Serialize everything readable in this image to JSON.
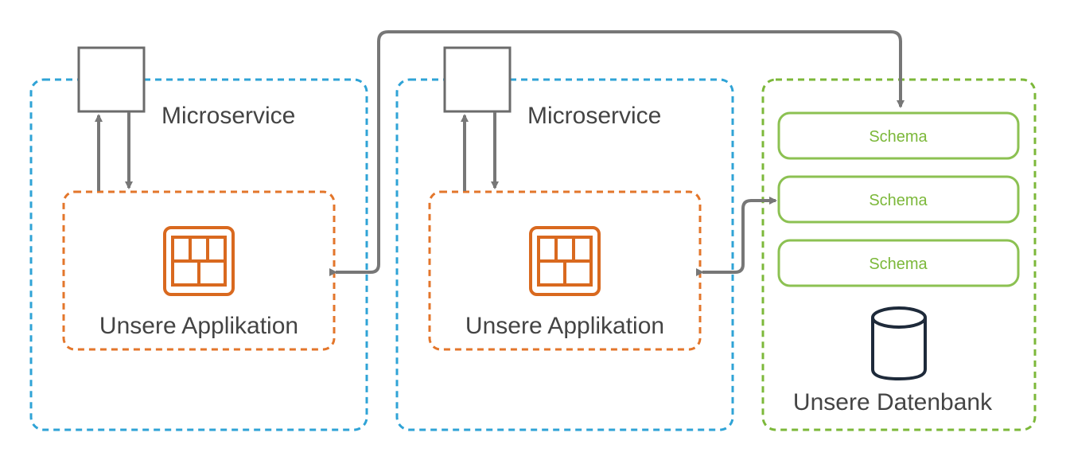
{
  "diagram": {
    "microservices": [
      {
        "label": "Microservice",
        "application_label": "Unsere Applikation"
      },
      {
        "label": "Microservice",
        "application_label": "Unsere Applikation"
      }
    ],
    "database": {
      "label": "Unsere Datenbank",
      "schemas": [
        "Schema",
        "Schema",
        "Schema"
      ]
    },
    "colors": {
      "microservice_border": "#2fa3d6",
      "application_border": "#e3762b",
      "application_icon": "#d9691f",
      "database_border": "#7cb83a",
      "schema_border": "#8cc152",
      "schema_text": "#7cb83a",
      "connector": "#777777",
      "gateway_border": "#6b6b6b",
      "database_icon": "#1e2a3a",
      "label_text": "#444444"
    },
    "icons": {
      "application": "grid-icon",
      "database": "cylinder-database-icon",
      "gateway": "square-box"
    }
  }
}
